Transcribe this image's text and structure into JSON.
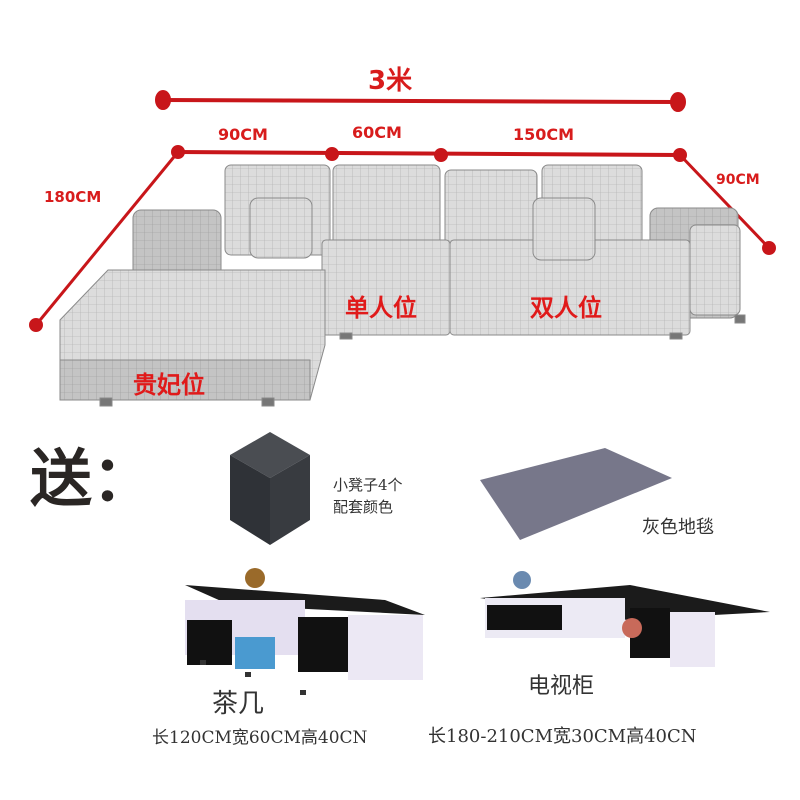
{
  "dimensions": {
    "total_width": "3米",
    "segments": [
      "90CM",
      "60CM",
      "150CM"
    ],
    "left_depth": "180CM",
    "right_depth": "90CM"
  },
  "sofa": {
    "sections": [
      "贵妃位",
      "单人位",
      "双人位"
    ]
  },
  "gifts": {
    "heading": "送：",
    "items": [
      {
        "name": "ottoman",
        "label_line1": "小凳子4个",
        "label_line2": "配套颜色"
      },
      {
        "name": "carpet",
        "label": "灰色地毯"
      },
      {
        "name": "coffee-table",
        "title": "茶几",
        "size": "长120CM宽60CM高40CN"
      },
      {
        "name": "tv-cabinet",
        "title": "电视柜",
        "size": "长180-210CM宽30CM高40CN"
      }
    ]
  },
  "colors": {
    "annotation_red": "#d81c1c",
    "sofa_gray": "#d6d6d6",
    "ottoman": "#3a3d42",
    "carpet": "#7a7a88"
  }
}
